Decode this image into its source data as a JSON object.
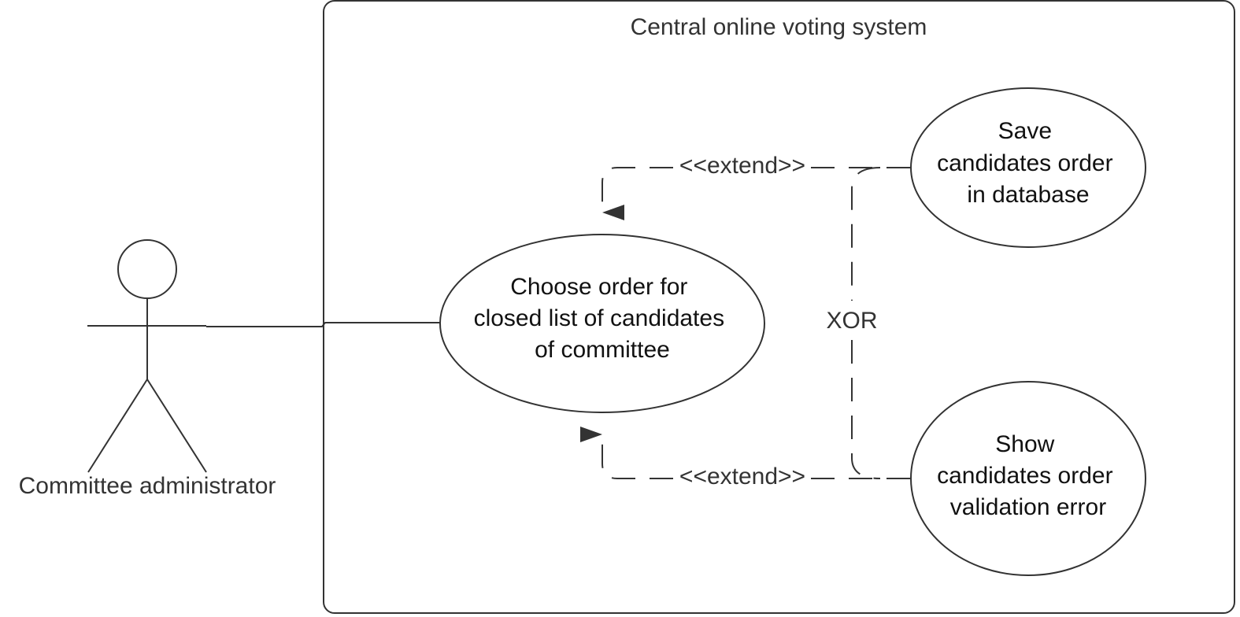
{
  "system": {
    "title": "Central online voting system"
  },
  "actor": {
    "name": "Committee administrator"
  },
  "use_cases": {
    "main": {
      "lines": [
        "Choose order for",
        "closed list of candidates",
        "of committee"
      ]
    },
    "save": {
      "lines": [
        "Save",
        "candidates order",
        "in database"
      ]
    },
    "error": {
      "lines": [
        "Show",
        "candidates order",
        "validation error"
      ]
    }
  },
  "relations": {
    "extend_top": "<<extend>>",
    "extend_bottom": "<<extend>>",
    "constraint": "XOR"
  },
  "colors": {
    "stroke": "#333333",
    "text": "#333333",
    "background": "#ffffff"
  }
}
